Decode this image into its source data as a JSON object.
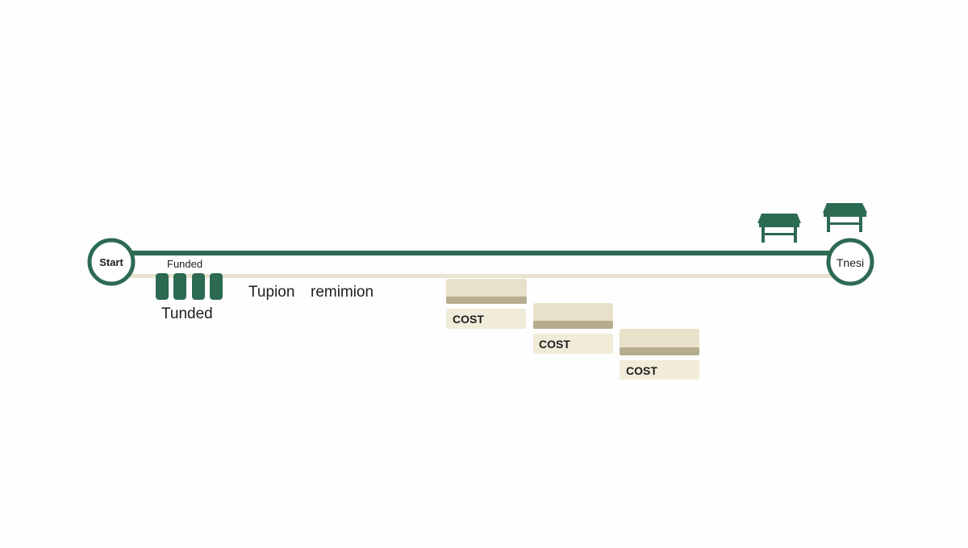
{
  "colors": {
    "track_green": "#2d6a52",
    "track_beige": "#e9e4cf",
    "block_top": "#e8e0c8",
    "block_edge": "#b5ad8e",
    "tag_fill": "#f1ecd9",
    "text": "#1d1d1d"
  },
  "start_node": {
    "label": "Start"
  },
  "end_node": {
    "label": "Tnesi"
  },
  "funded": {
    "small_label": "Funded",
    "big_label": "Tunded",
    "bar_count": 4
  },
  "phase_labels": {
    "first": "Tupion",
    "second": "remimion"
  },
  "cost_steps": [
    {
      "label": "COST"
    },
    {
      "label": "COST"
    },
    {
      "label": "COST"
    }
  ],
  "icons": [
    "table-icon",
    "table-icon"
  ]
}
